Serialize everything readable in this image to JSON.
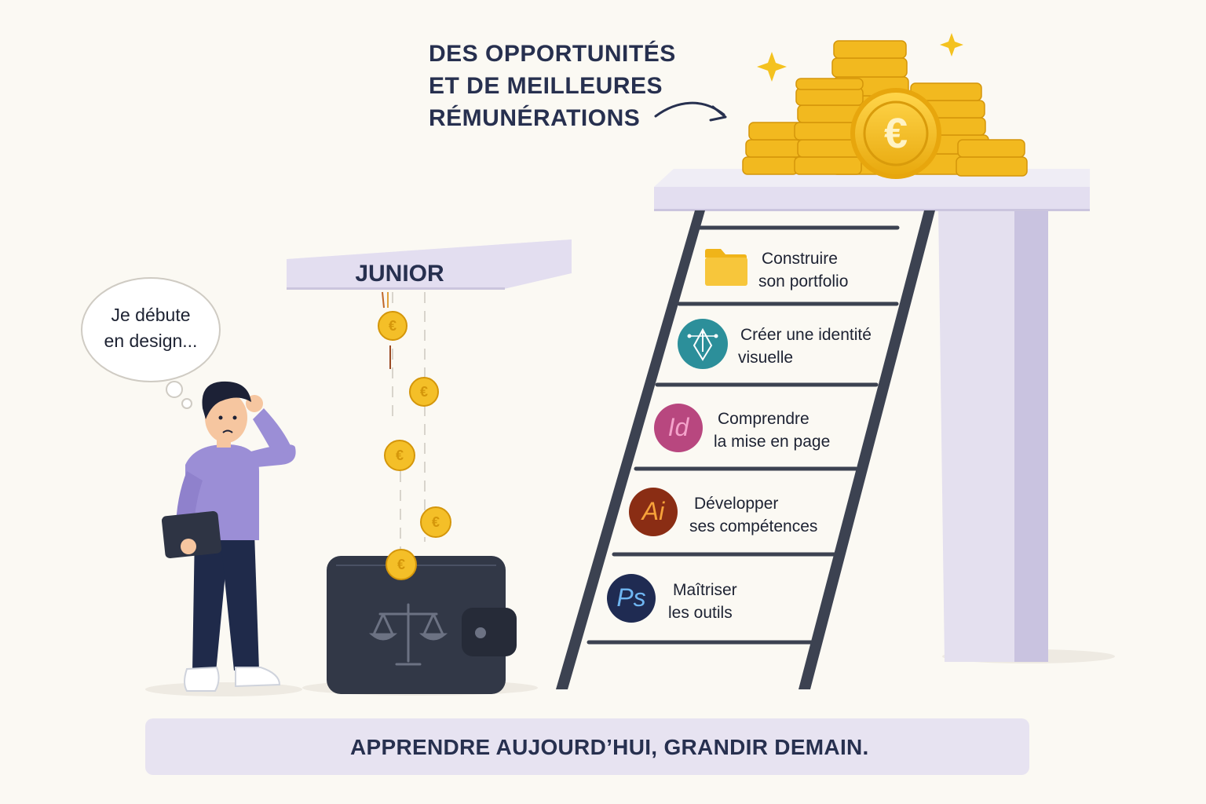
{
  "headline": {
    "line1": "DES OPPORTUNITÉS",
    "line2": "ET DE MEILLEURES",
    "line3": "RÉMUNÉRATIONS"
  },
  "junior": {
    "label": "JUNIOR"
  },
  "thought": {
    "line1": "Je débute",
    "line2": "en design..."
  },
  "ladder": {
    "steps": [
      {
        "icon": "folder-icon",
        "line1": "Construire",
        "line2": "son portfolio"
      },
      {
        "icon": "pen-tool-icon",
        "line1": "Créer une identité",
        "line2": "visuelle"
      },
      {
        "icon": "indesign-icon",
        "icon_text": "Id",
        "line1": "Comprendre",
        "line2": "la mise en page"
      },
      {
        "icon": "illustrator-icon",
        "icon_text": "Ai",
        "line1": "Développer",
        "line2": "ses compétences"
      },
      {
        "icon": "photoshop-icon",
        "icon_text": "Ps",
        "line1": "Maîtriser",
        "line2": "les outils"
      }
    ]
  },
  "euro_symbol": "€",
  "banner": {
    "text": "APPRENDRE AUJOURD’HUI, GRANDIR DEMAIN."
  },
  "colors": {
    "background": "#fbf9f3",
    "navy": "#27304f",
    "lavender": "#e3def0",
    "gold": "#f4bf28",
    "indesign": "#b8477f",
    "illustrator": "#8a2d14",
    "photoshop": "#1f2b52",
    "identity_teal": "#2c8f9a"
  }
}
